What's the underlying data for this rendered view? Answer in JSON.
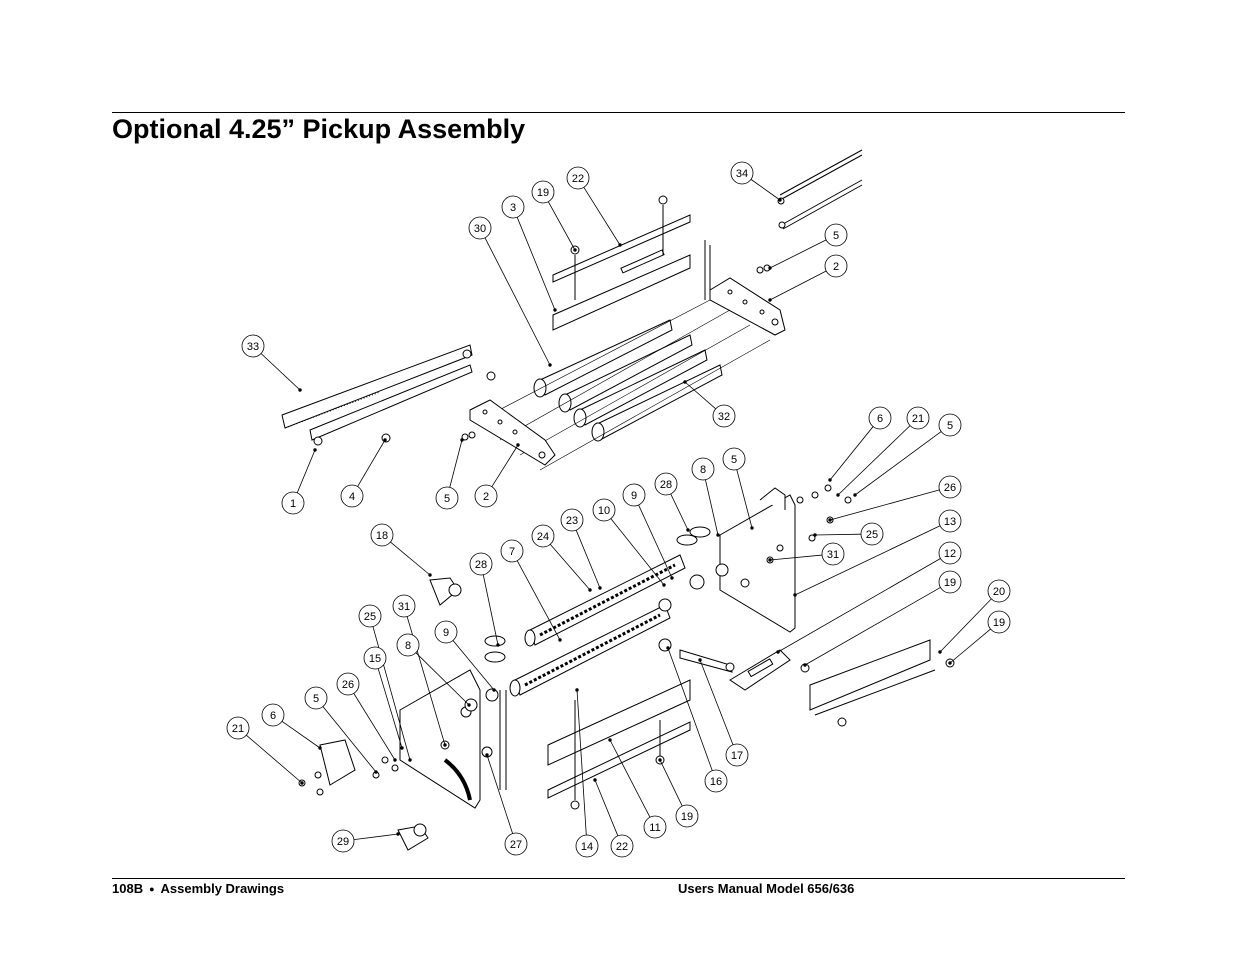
{
  "page": {
    "title": "Optional 4.25” Pickup Assembly",
    "footer": {
      "page_number": "108B",
      "separator": "●",
      "section": "Assembly Drawings",
      "manual": "Users Manual Model 656/636"
    }
  },
  "drawing": {
    "callouts": [
      {
        "label": "34"
      },
      {
        "label": "22"
      },
      {
        "label": "19"
      },
      {
        "label": "3"
      },
      {
        "label": "30"
      },
      {
        "label": "5"
      },
      {
        "label": "2"
      },
      {
        "label": "33"
      },
      {
        "label": "32"
      },
      {
        "label": "6"
      },
      {
        "label": "21"
      },
      {
        "label": "5"
      },
      {
        "label": "1"
      },
      {
        "label": "4"
      },
      {
        "label": "5"
      },
      {
        "label": "2"
      },
      {
        "label": "8"
      },
      {
        "label": "5"
      },
      {
        "label": "28"
      },
      {
        "label": "9"
      },
      {
        "label": "26"
      },
      {
        "label": "10"
      },
      {
        "label": "23"
      },
      {
        "label": "13"
      },
      {
        "label": "24"
      },
      {
        "label": "18"
      },
      {
        "label": "25"
      },
      {
        "label": "31"
      },
      {
        "label": "7"
      },
      {
        "label": "12"
      },
      {
        "label": "28"
      },
      {
        "label": "19"
      },
      {
        "label": "20"
      },
      {
        "label": "25"
      },
      {
        "label": "31"
      },
      {
        "label": "19"
      },
      {
        "label": "9"
      },
      {
        "label": "8"
      },
      {
        "label": "15"
      },
      {
        "label": "26"
      },
      {
        "label": "5"
      },
      {
        "label": "6"
      },
      {
        "label": "21"
      },
      {
        "label": "17"
      },
      {
        "label": "16"
      },
      {
        "label": "19"
      },
      {
        "label": "11"
      },
      {
        "label": "29"
      },
      {
        "label": "27"
      },
      {
        "label": "14"
      },
      {
        "label": "22"
      }
    ]
  }
}
